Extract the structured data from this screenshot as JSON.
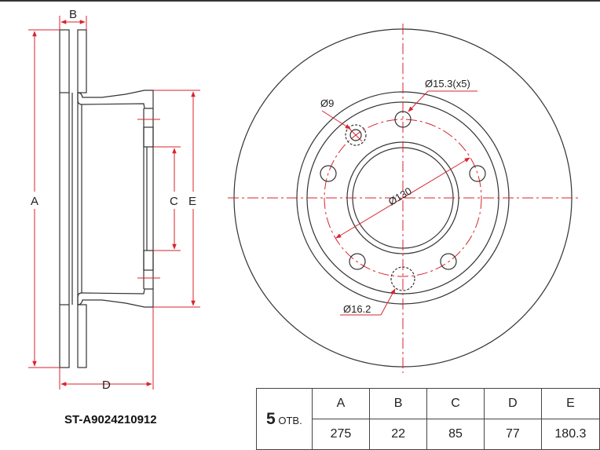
{
  "part_number": "ST-A9024210912",
  "side_view_labels": {
    "A": "A",
    "B": "B",
    "C": "C",
    "D": "D",
    "E": "E"
  },
  "front_view_labels": {
    "bolt_hole": "Ø15.3(x5)",
    "small_hole": "Ø9",
    "pcd": "Ø130",
    "center_hole": "Ø16.2"
  },
  "table": {
    "holes_count": "5",
    "holes_unit": "ОТВ.",
    "headers": [
      "A",
      "B",
      "C",
      "D",
      "E"
    ],
    "values": [
      "275",
      "22",
      "85",
      "77",
      "180.3"
    ]
  },
  "colors": {
    "dimension": "#d9232e",
    "outline": "#333333"
  }
}
